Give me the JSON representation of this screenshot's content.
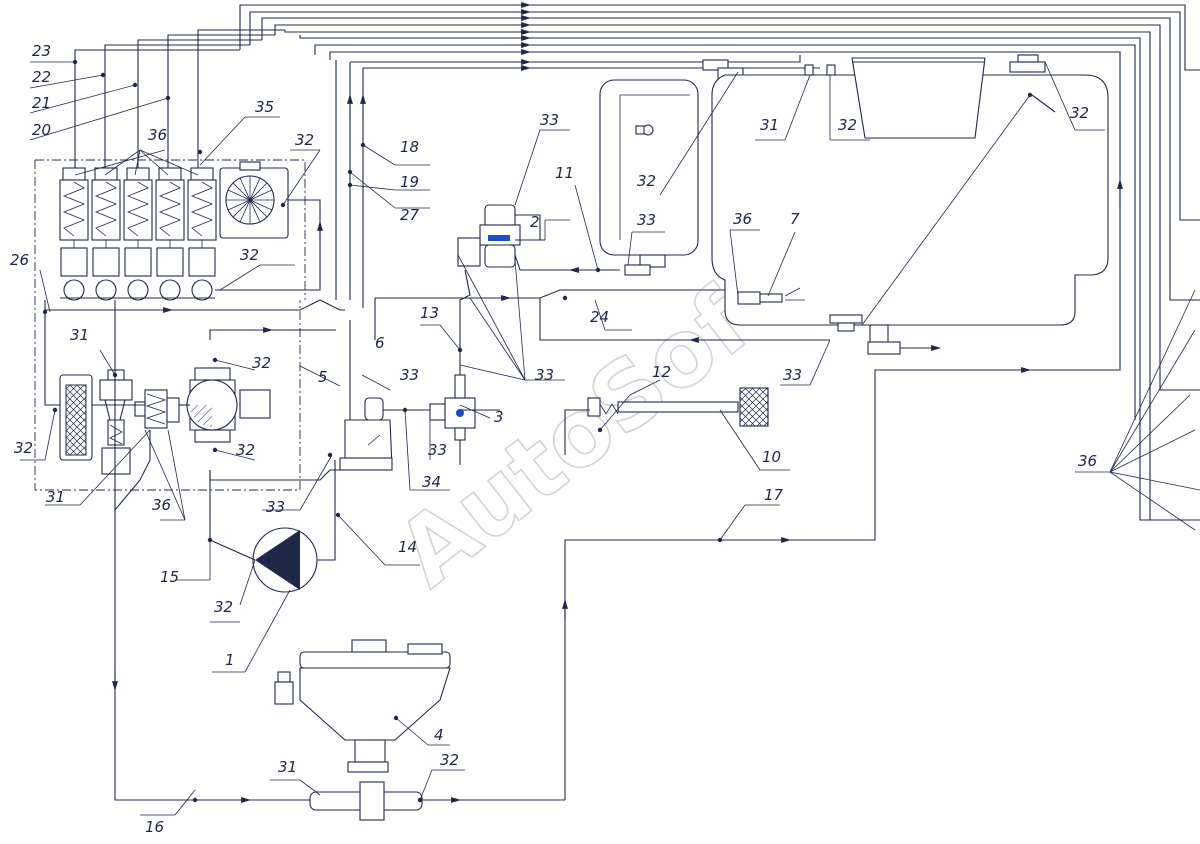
{
  "watermark": "AutoSoft",
  "labels": {
    "l1": "1",
    "l2": "2",
    "l3": "3",
    "l4": "4",
    "l5": "5",
    "l6": "6",
    "l7": "7",
    "l10": "10",
    "l11": "11",
    "l12": "12",
    "l13": "13",
    "l14": "14",
    "l15": "15",
    "l16": "16",
    "l17": "17",
    "l18": "18",
    "l19": "19",
    "l20": "20",
    "l21": "21",
    "l22": "22",
    "l23": "23",
    "l24": "24",
    "l26": "26",
    "l27": "27",
    "l31": "31",
    "l32": "32",
    "l33": "33",
    "l34": "34",
    "l35": "35",
    "l36": "36"
  }
}
